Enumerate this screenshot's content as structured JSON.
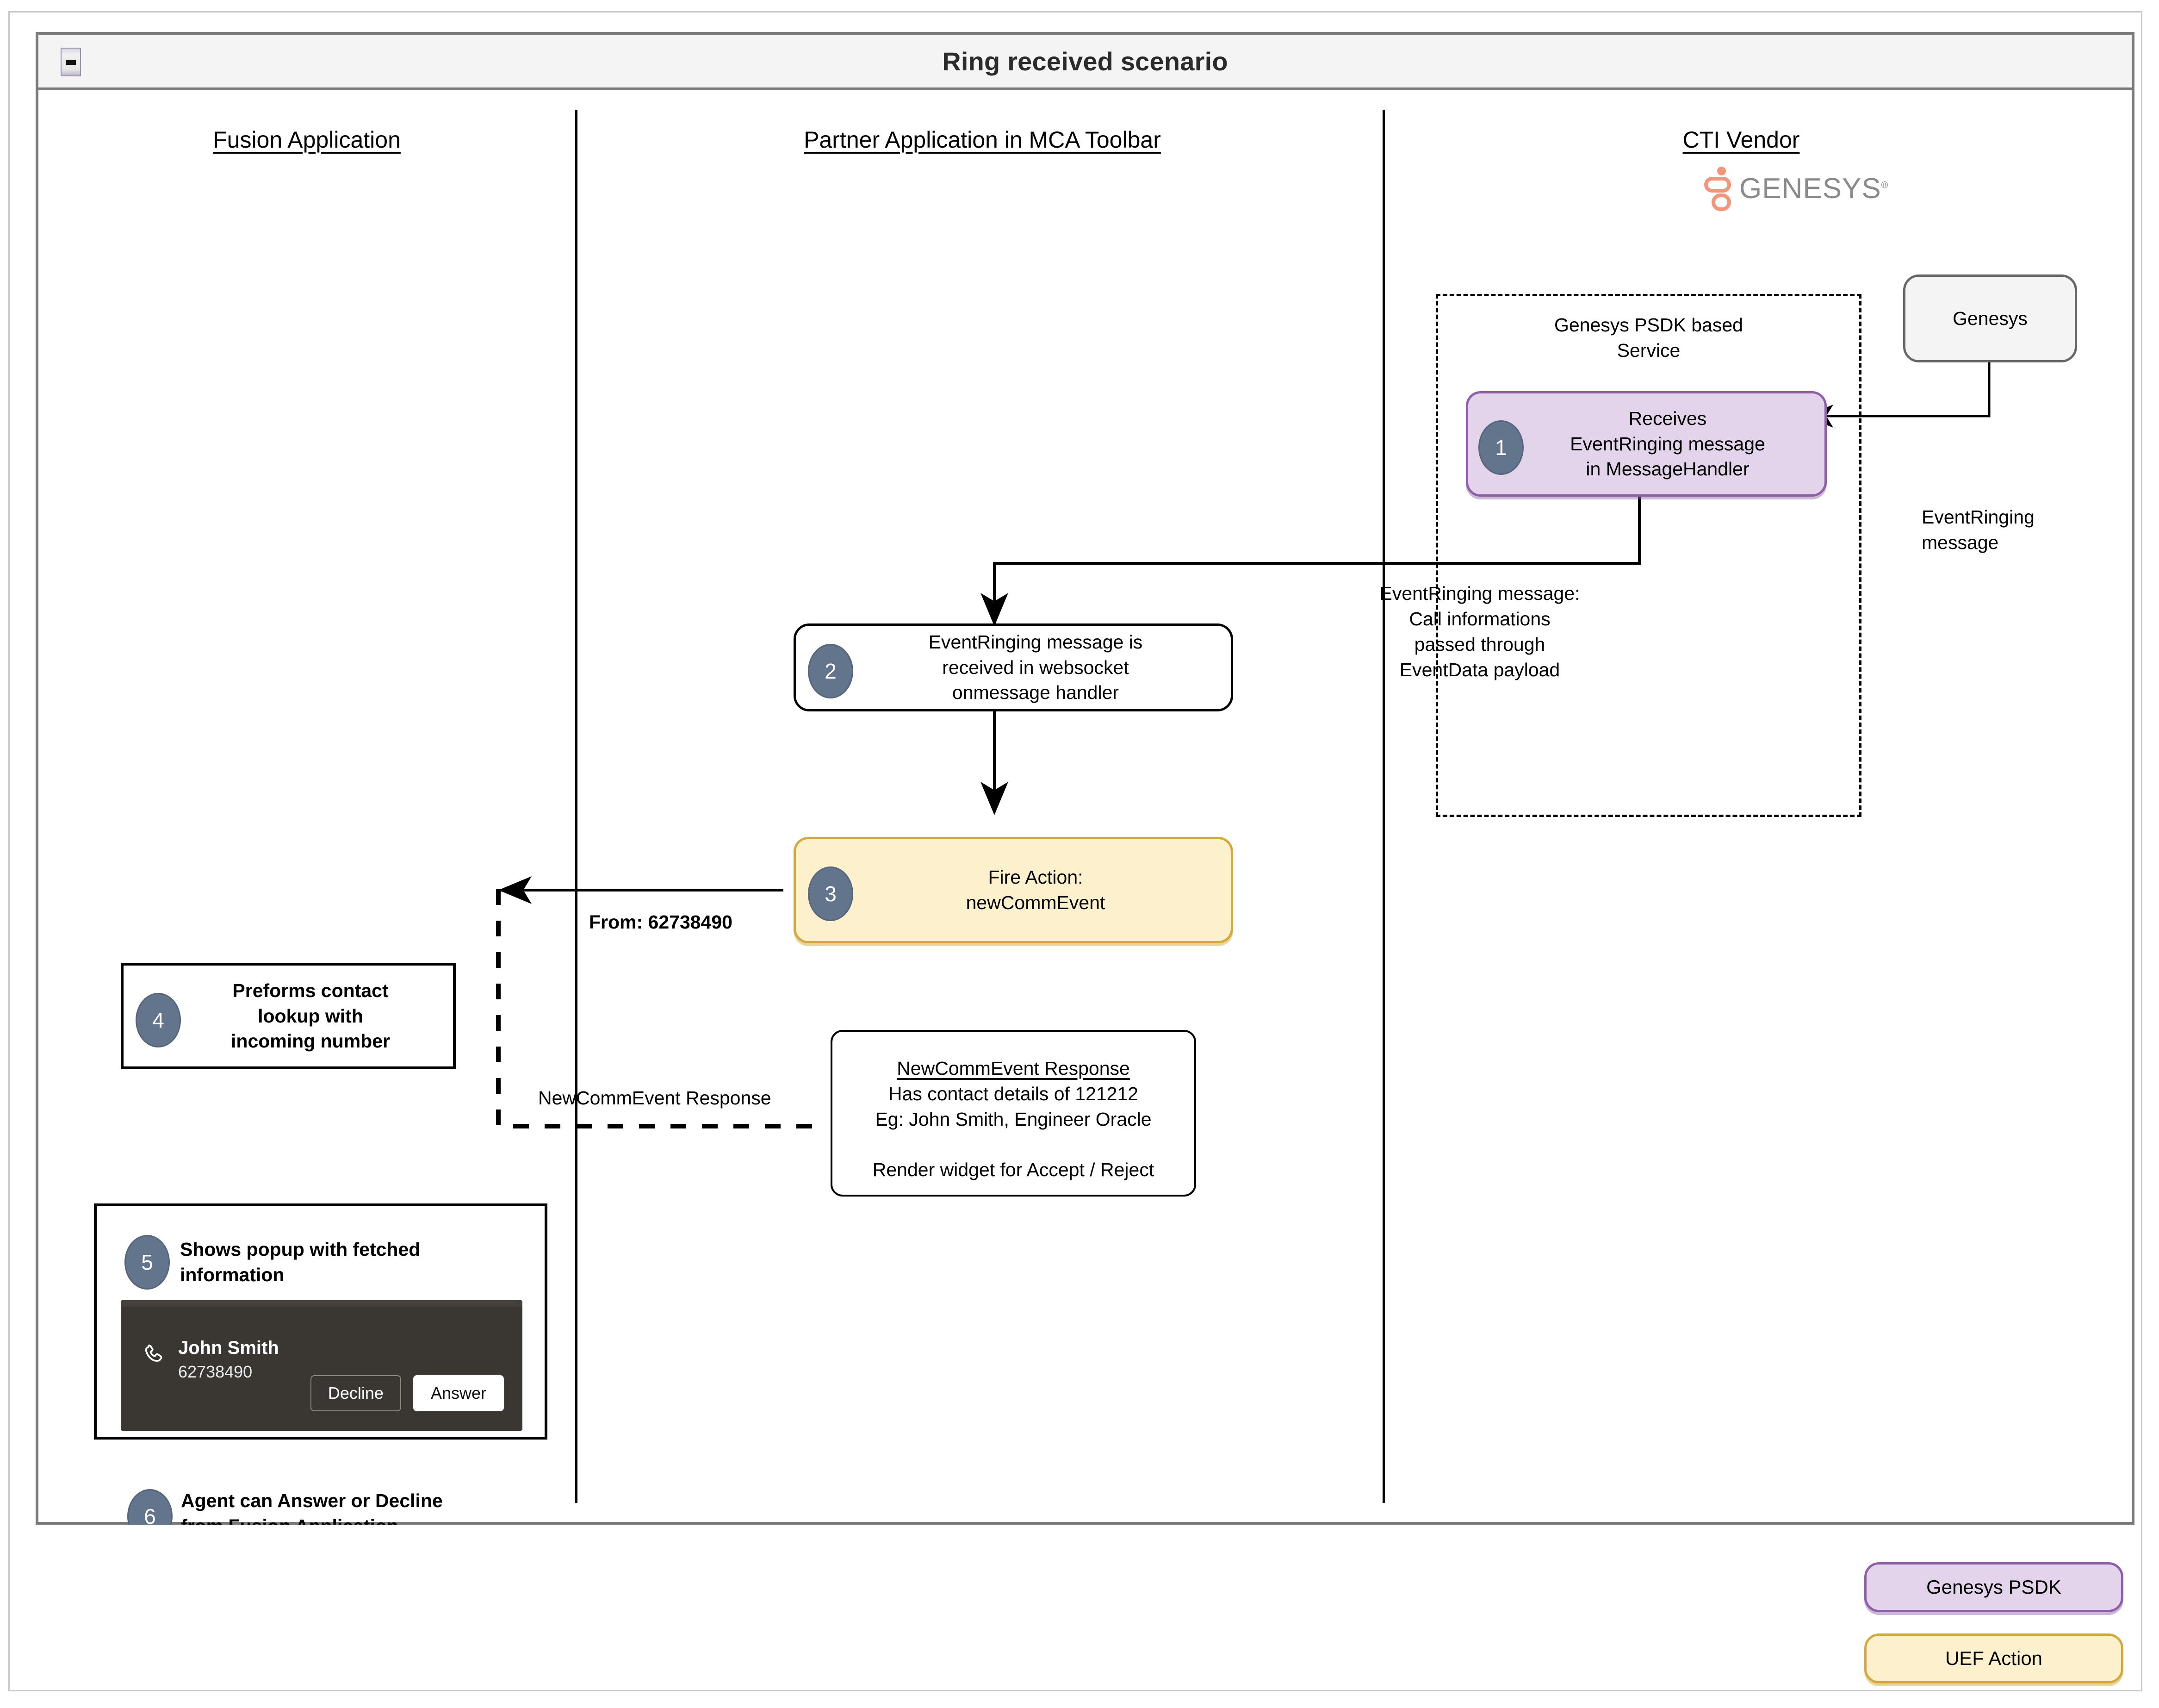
{
  "window": {
    "title": "Ring received scenario",
    "collapse_icon": "collapse-box-icon"
  },
  "lanes": [
    {
      "id": "fusion",
      "title": "Fusion Application"
    },
    {
      "id": "partner",
      "title": "Partner Application in MCA Toolbar"
    },
    {
      "id": "cti",
      "title": "CTI Vendor"
    }
  ],
  "brand": {
    "genesys_wordmark": "GENESYS",
    "genesys_tm": "®",
    "genesys_orange": "#f4947a",
    "genesys_grey": "#8a8a8a"
  },
  "groups": {
    "psdk_service": "Genesys PSDK based\nService"
  },
  "nodes": {
    "step1": {
      "badge": "1",
      "text": "Receives\nEventRinging message\nin MessageHandler"
    },
    "genesys_source": {
      "text": "Genesys"
    },
    "step2": {
      "badge": "2",
      "text": "EventRinging message is\nreceived in websocket\nonmessage handler"
    },
    "step3": {
      "badge": "3",
      "text": "Fire Action:\nnewCommEvent"
    },
    "step4": {
      "badge": "4",
      "text": "Preforms contact\nlookup with\nincoming number"
    },
    "response": {
      "title": "NewCommEvent Response",
      "line1": "Has contact details of 121212",
      "line2": "Eg: John Smith, Engineer Oracle",
      "line3": "Render widget for Accept / Reject"
    },
    "step5": {
      "badge": "5",
      "text": "Shows popup with fetched\ninformation"
    },
    "step6": {
      "badge": "6",
      "text": "Agent can Answer or Decline\nfrom Fusion Application"
    }
  },
  "popup": {
    "phone_icon": "phone-icon",
    "contact_name": "John Smith",
    "contact_number": "62738490",
    "decline_label": "Decline",
    "answer_label": "Answer"
  },
  "edge_labels": {
    "event_ringing_message": "EventRinging\nmessage",
    "event_ringing_payload": "EventRinging message:\nCall informations\npassed through\nEventData payload",
    "from_number": "From: 62738490",
    "newcommevent_response": "NewCommEvent Response"
  },
  "legend": [
    {
      "label": "Genesys PSDK",
      "fill": "#e3d4ec",
      "stroke": "#8e5fa8"
    },
    {
      "label": "UEF Action",
      "fill": "#fdf0cd",
      "stroke": "#d4a93c"
    }
  ]
}
